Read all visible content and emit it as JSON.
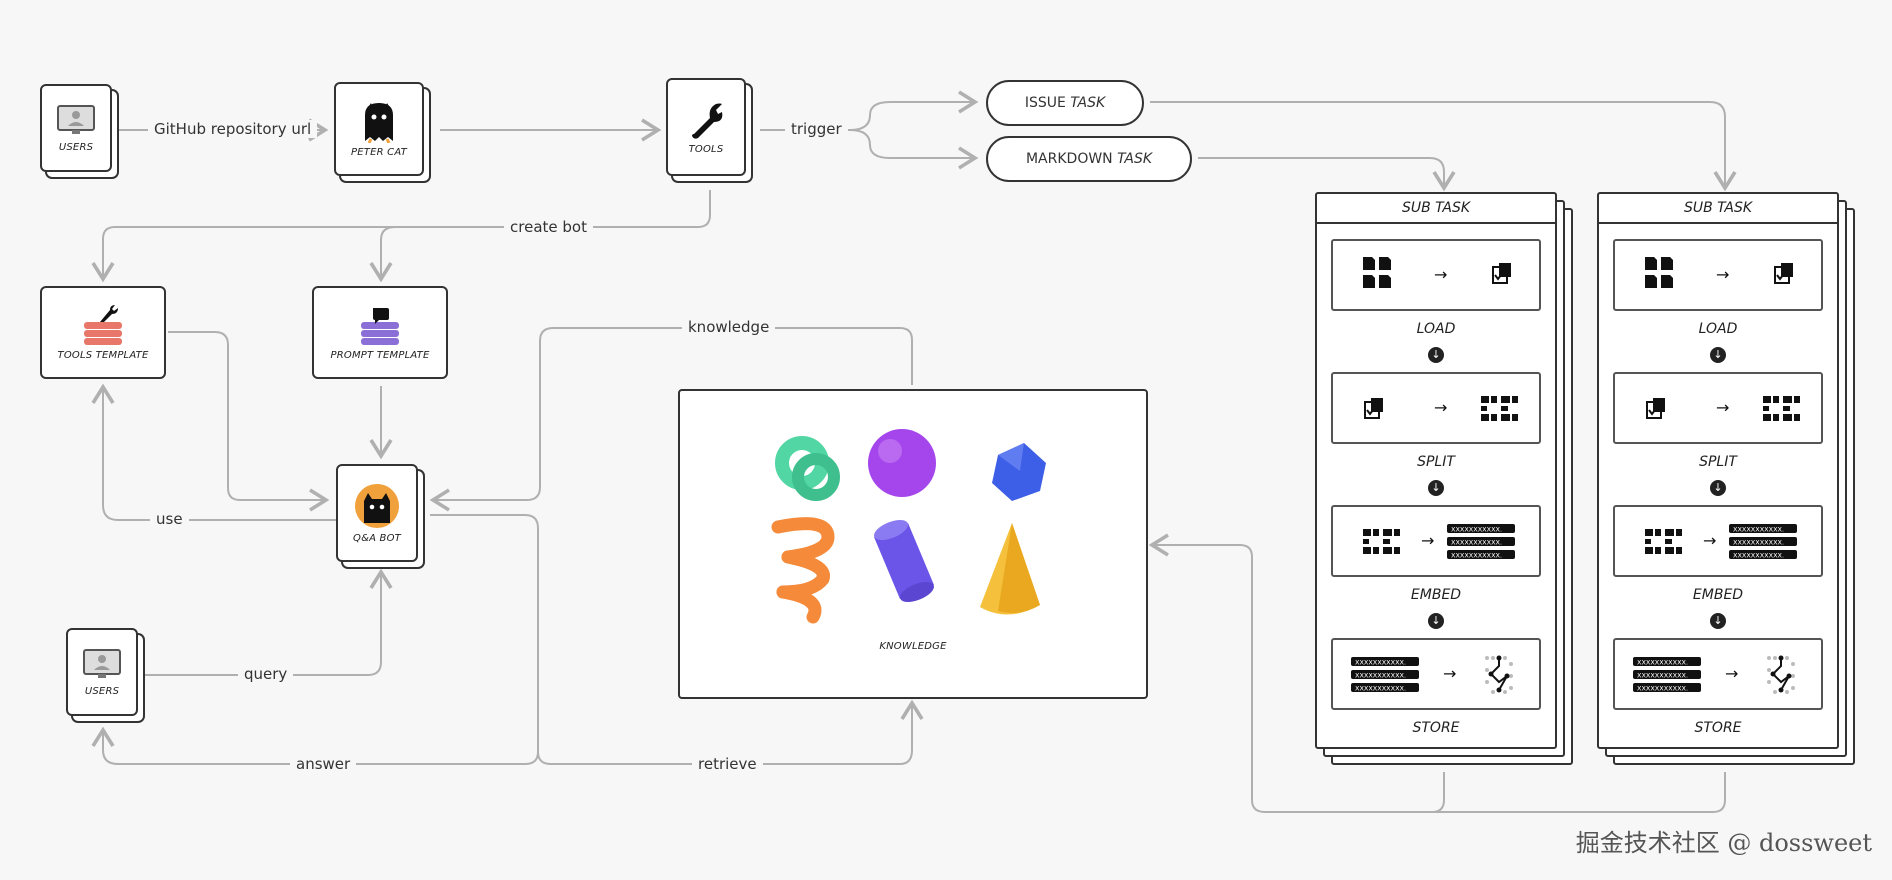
{
  "nodes": {
    "users_top": "USERS",
    "peter_cat": "PETER CAT",
    "tools": "TOOLS",
    "tools_template": "TOOLS TEMPLATE",
    "prompt_template": "PROMPT TEMPLATE",
    "qa_bot": "Q&A BOT",
    "users_bottom": "USERS",
    "knowledge": "KNOWLEDGE"
  },
  "edges": {
    "github_url": "GitHub repository url",
    "trigger": "trigger",
    "create_bot": "create bot",
    "knowledge": "knowledge",
    "use": "use",
    "query": "query",
    "answer": "answer",
    "retrieve": "retrieve"
  },
  "tasks": {
    "issue_prefix": "ISSUE ",
    "issue_suffix": "TASK",
    "markdown_prefix": "MARKDOWN ",
    "markdown_suffix": "TASK"
  },
  "subtask_panels": [
    {
      "title": "SUB TASK",
      "steps": [
        "LOAD",
        "SPLIT",
        "EMBED",
        "STORE"
      ]
    },
    {
      "title": "SUB TASK",
      "steps": [
        "LOAD",
        "SPLIT",
        "EMBED",
        "STORE"
      ]
    }
  ],
  "embed_text": "XXXXXXXXXXX.",
  "watermark": "掘金技术社区 @ dossweet",
  "colors": {
    "line": "#b0b0b0",
    "border": "#333333",
    "tools_template_icon": "#e8776a",
    "prompt_template_icon": "#8b6fd6",
    "qa_bot_bg": "#f0a13c",
    "knowledge_green": "#52d6a4",
    "knowledge_purple": "#a546ec",
    "knowledge_blue": "#3d5ee6",
    "knowledge_orange": "#f48a3a",
    "knowledge_violet": "#6a55e8",
    "knowledge_yellow": "#f5c13c"
  }
}
